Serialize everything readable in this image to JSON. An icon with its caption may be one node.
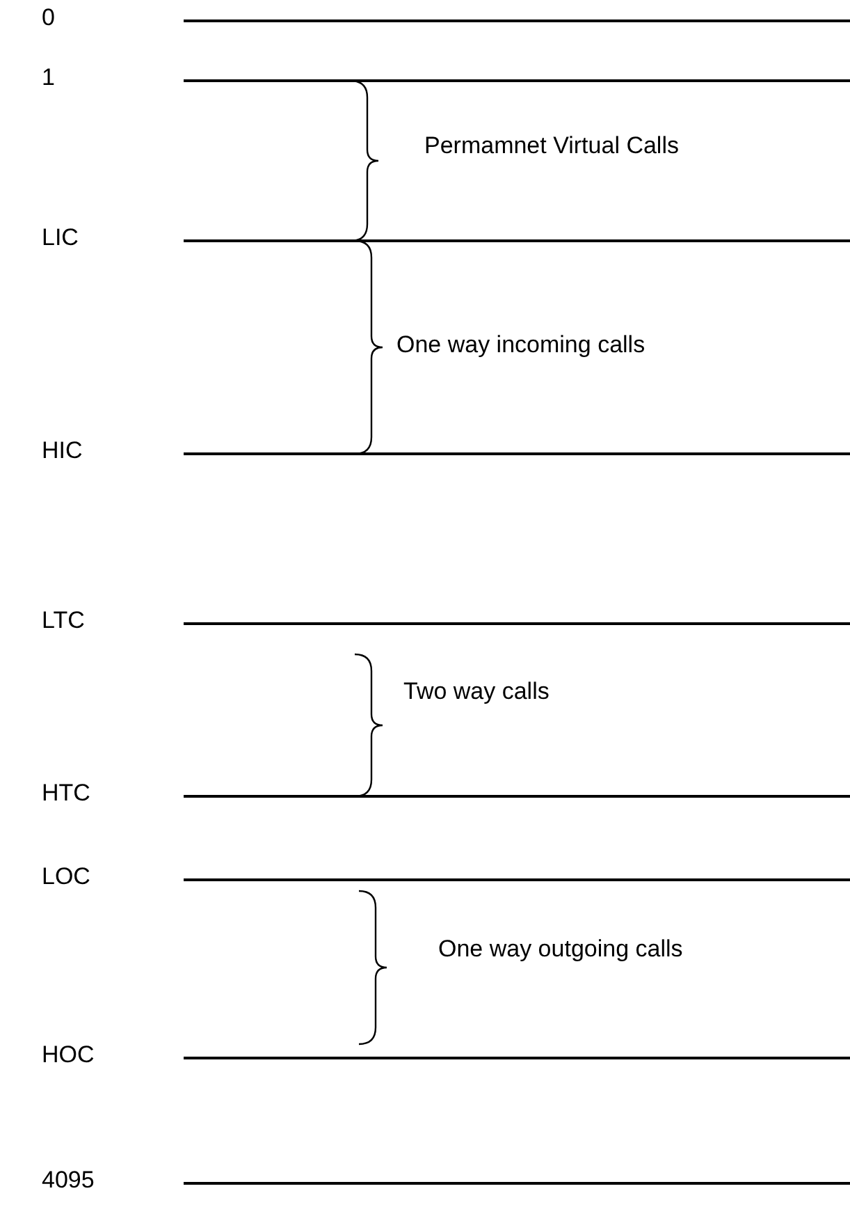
{
  "diagram": {
    "labels": [
      "0",
      "1",
      "Permamnet Virtual Calls",
      "LIC",
      "One way incoming calls",
      "HIC",
      "LTC",
      "Two way calls",
      "HTC",
      "LOC",
      "One way outgoing calls",
      "HOC",
      "4095"
    ]
  }
}
